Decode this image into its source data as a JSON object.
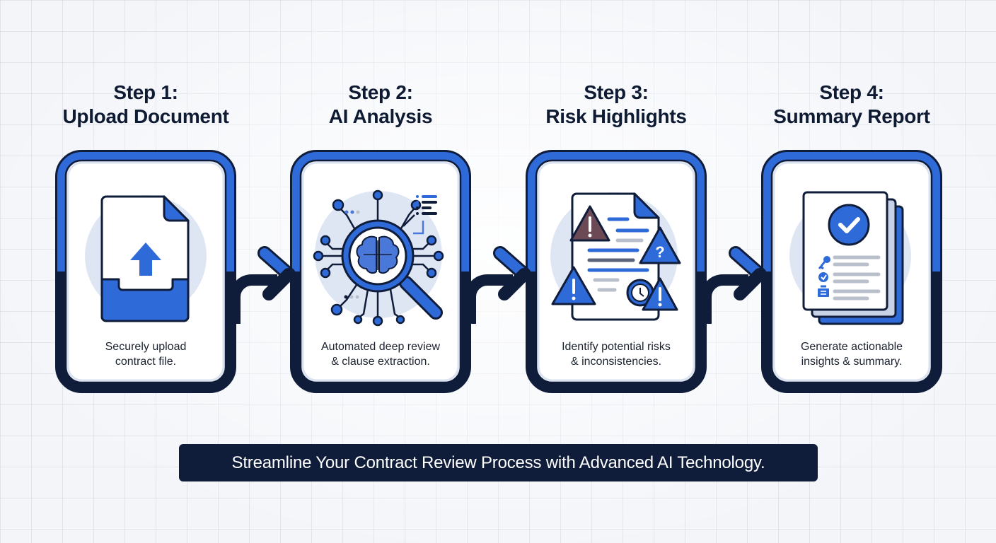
{
  "steps": [
    {
      "label": "Step 1:",
      "name": "Upload Document",
      "desc_line1": "Securely upload",
      "desc_line2": "contract file.",
      "icon": "upload-document-icon"
    },
    {
      "label": "Step 2:",
      "name": "AI Analysis",
      "desc_line1": "Automated deep review",
      "desc_line2": "& clause extraction.",
      "icon": "ai-brain-magnifier-icon"
    },
    {
      "label": "Step 3:",
      "name": "Risk Highlights",
      "desc_line1": "Identify potential risks",
      "desc_line2": "& inconsistencies.",
      "icon": "risk-warning-document-icon"
    },
    {
      "label": "Step 4:",
      "name": "Summary Report",
      "desc_line1": "Generate actionable",
      "desc_line2": "insights & summary.",
      "icon": "summary-report-check-icon"
    }
  ],
  "tagline": "Streamline Your Contract Review Process with Advanced AI Technology.",
  "colors": {
    "accent_blue": "#2f6ad9",
    "navy": "#0f1d3a",
    "background": "#f3f5f9",
    "card_fill": "#ffffff",
    "halo": "#dfe6f3",
    "risk_red": "#6b4a55",
    "line_gray": "#b9c0cc"
  }
}
